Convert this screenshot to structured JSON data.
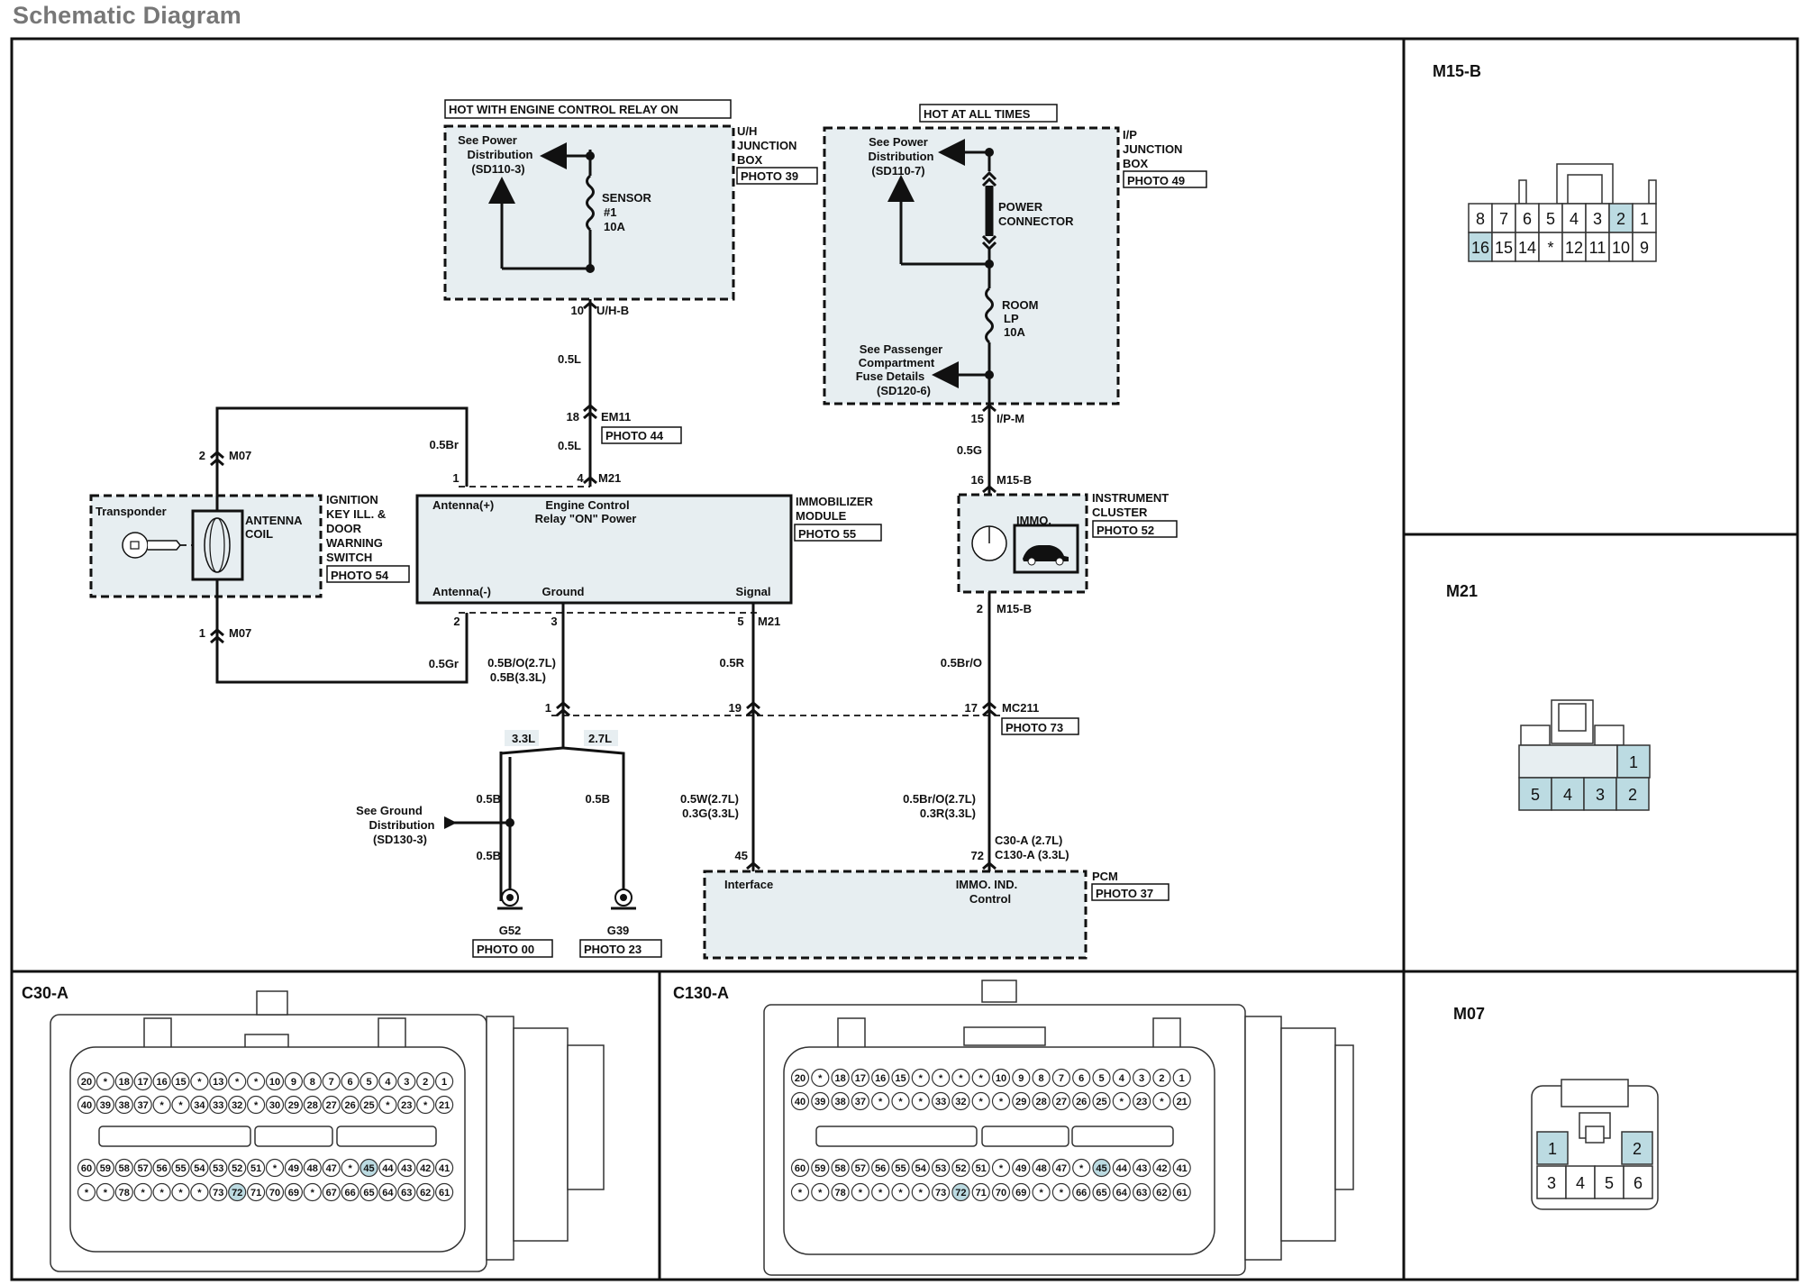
{
  "title": "Schematic Diagram",
  "power_sources": {
    "uh": "HOT WITH ENGINE CONTROL RELAY ON",
    "ip": "HOT AT ALL TIMES"
  },
  "uh_box": {
    "see_power": [
      "See Power",
      "Distribution",
      "(SD110-3)"
    ],
    "fuse": [
      "SENSOR",
      "#1",
      "10A"
    ],
    "name": [
      "U/H",
      "JUNCTION",
      "BOX"
    ],
    "photo": "PHOTO 39",
    "pin": "10",
    "connector": "U/H-B"
  },
  "ip_box": {
    "see_power": [
      "See Power",
      "Distribution",
      "(SD110-7)"
    ],
    "power_connector": [
      "POWER",
      "CONNECTOR"
    ],
    "fuse": [
      "ROOM",
      "LP",
      "10A"
    ],
    "see_passenger": [
      "See Passenger",
      "Compartment",
      "Fuse Details",
      "(SD120-6)"
    ],
    "name": [
      "I/P",
      "JUNCTION",
      "BOX"
    ],
    "photo": "PHOTO 49",
    "pin": "15",
    "connector": "I/P-M"
  },
  "wires": {
    "uh_out": "0.5L",
    "em11_pin": "18",
    "em11": "EM11",
    "em11_photo": "PHOTO 44",
    "em11_out": "0.5L",
    "ip_out": "0.5G",
    "br": "0.5Br",
    "gr": "0.5Gr",
    "ground_wire": [
      "0.5B/O(2.7L)",
      "0.5B(3.3L)"
    ],
    "signal_wire": "0.5R",
    "cluster_out": "0.5Br/O",
    "var_33": "3.3L",
    "var_27": "2.7L",
    "g_wire_a": "0.5B",
    "g_wire_b": "0.5B",
    "g_wire_c": "0.5B",
    "pcm_wire_1": [
      "0.5W(2.7L)",
      "0.3G(3.3L)"
    ],
    "pcm_wire_2": [
      "0.5Br/O(2.7L)",
      "0.3R(3.3L)"
    ]
  },
  "immobilizer": {
    "antenna_plus": "Antenna(+)",
    "relay_power": [
      "Engine Control",
      "Relay \"ON\" Power"
    ],
    "antenna_minus": "Antenna(-)",
    "ground": "Ground",
    "signal": "Signal",
    "name": [
      "IMMOBILIZER",
      "MODULE"
    ],
    "photo": "PHOTO 55",
    "connector": "M21",
    "pins": [
      "1",
      "4",
      "2",
      "3",
      "5"
    ]
  },
  "ignition": {
    "transponder": "Transponder",
    "antenna_coil": [
      "ANTENNA",
      "COIL"
    ],
    "name": [
      "IGNITION",
      "KEY ILL. &",
      "DOOR",
      "WARNING",
      "SWITCH"
    ],
    "photo": "PHOTO 54",
    "connector": "M07",
    "pins": [
      "2",
      "1"
    ]
  },
  "cluster": {
    "immo": "IMMO.",
    "name": [
      "INSTRUMENT",
      "CLUSTER"
    ],
    "photo": "PHOTO 52",
    "connector": "M15-B",
    "pins": [
      "16",
      "2"
    ]
  },
  "mc211": {
    "connector": "MC211",
    "photo": "PHOTO 73",
    "pins": [
      "1",
      "19",
      "17"
    ]
  },
  "ground": {
    "see_ground": [
      "See Ground",
      "Distribution",
      "(SD130-3)"
    ],
    "g52": "G52",
    "g52_photo": "PHOTO 00",
    "g39": "G39",
    "g39_photo": "PHOTO 23"
  },
  "pcm": {
    "interface": "Interface",
    "immo_ind": [
      "IMMO. IND.",
      "Control"
    ],
    "name": "PCM",
    "photo": "PHOTO 37",
    "connector": [
      "C30-A  (2.7L)",
      "C130-A  (3.3L)"
    ],
    "pins": [
      "45",
      "72"
    ]
  },
  "connector_views": {
    "m15b": {
      "title": "M15-B",
      "top_row": [
        "8",
        "7",
        "6",
        "5",
        "4",
        "3",
        "2",
        "1"
      ],
      "bottom_row": [
        "16",
        "15",
        "14",
        "*",
        "12",
        "11",
        "10",
        "9"
      ],
      "highlighted": [
        "2",
        "16"
      ]
    },
    "m21": {
      "title": "M21",
      "top_row": [
        "1"
      ],
      "bottom_row": [
        "5",
        "4",
        "3",
        "2"
      ],
      "highlighted": [
        "1",
        "2",
        "3",
        "4",
        "5"
      ]
    },
    "m07": {
      "title": "M07",
      "top_row": [
        "1",
        "2"
      ],
      "bottom_row": [
        "3",
        "4",
        "5",
        "6"
      ],
      "highlighted": [
        "1",
        "2"
      ]
    },
    "c30a": {
      "title": "C30-A",
      "row1": [
        "20",
        "*",
        "18",
        "17",
        "16",
        "15",
        "*",
        "13",
        "*",
        "*",
        "10",
        "9",
        "8",
        "7",
        "6",
        "5",
        "4",
        "3",
        "2",
        "1"
      ],
      "row2": [
        "40",
        "39",
        "38",
        "37",
        "*",
        "*",
        "34",
        "33",
        "32",
        "*",
        "30",
        "29",
        "28",
        "27",
        "26",
        "25",
        "*",
        "23",
        "*",
        "21"
      ],
      "row3": [
        "60",
        "59",
        "58",
        "57",
        "56",
        "55",
        "54",
        "53",
        "52",
        "51",
        "*",
        "49",
        "48",
        "47",
        "*",
        "45",
        "44",
        "43",
        "42",
        "41"
      ],
      "row4": [
        "*",
        "*",
        "78",
        "*",
        "*",
        "*",
        "*",
        "73",
        "72",
        "71",
        "70",
        "69",
        "*",
        "67",
        "66",
        "65",
        "64",
        "63",
        "62",
        "61"
      ],
      "highlighted": [
        "45",
        "72"
      ]
    },
    "c130a": {
      "title": "C130-A",
      "row1": [
        "20",
        "*",
        "18",
        "17",
        "16",
        "15",
        "*",
        "*",
        "*",
        "*",
        "10",
        "9",
        "8",
        "7",
        "6",
        "5",
        "4",
        "3",
        "2",
        "1"
      ],
      "row2": [
        "40",
        "39",
        "38",
        "37",
        "*",
        "*",
        "*",
        "33",
        "32",
        "*",
        "*",
        "29",
        "28",
        "27",
        "26",
        "25",
        "*",
        "23",
        "*",
        "21"
      ],
      "row3": [
        "60",
        "59",
        "58",
        "57",
        "56",
        "55",
        "54",
        "53",
        "52",
        "51",
        "*",
        "49",
        "48",
        "47",
        "*",
        "45",
        "44",
        "43",
        "42",
        "41"
      ],
      "row4": [
        "*",
        "*",
        "78",
        "*",
        "*",
        "*",
        "*",
        "73",
        "72",
        "71",
        "70",
        "69",
        "*",
        "*",
        "66",
        "65",
        "64",
        "63",
        "62",
        "61"
      ],
      "highlighted": [
        "45",
        "72"
      ]
    }
  }
}
